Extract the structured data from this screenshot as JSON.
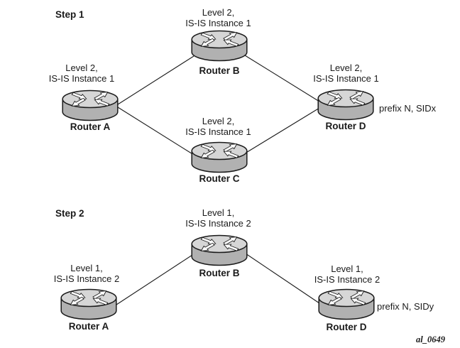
{
  "figure_id": "al_0649",
  "colors": {
    "background": "#ffffff",
    "router_top": "#d6d6d6",
    "router_side": "#b1b1b1",
    "outline": "#1a1a1a",
    "arrow_fill": "#ffffff",
    "text": "#1a1a1a"
  },
  "steps": [
    {
      "title": "Step 1",
      "nodes": [
        {
          "name": "Router A",
          "tag_line1": "Level 2,",
          "tag_line2": "IS-IS Instance 1"
        },
        {
          "name": "Router B",
          "tag_line1": "Level 2,",
          "tag_line2": "IS-IS Instance 1"
        },
        {
          "name": "Router C",
          "tag_line1": "Level 2,",
          "tag_line2": "IS-IS Instance 1"
        },
        {
          "name": "Router D",
          "tag_line1": "Level 2,",
          "tag_line2": "IS-IS Instance 1",
          "annotation": "prefix N, SIDx"
        }
      ],
      "links": [
        "Router A–Router B",
        "Router A–Router C",
        "Router B–Router D",
        "Router C–Router D"
      ]
    },
    {
      "title": "Step 2",
      "nodes": [
        {
          "name": "Router A",
          "tag_line1": "Level 1,",
          "tag_line2": "IS-IS Instance 2"
        },
        {
          "name": "Router B",
          "tag_line1": "Level 1,",
          "tag_line2": "IS-IS Instance 2"
        },
        {
          "name": "Router D",
          "tag_line1": "Level 1,",
          "tag_line2": "IS-IS Instance 2",
          "annotation": "prefix N, SIDy"
        }
      ],
      "links": [
        "Router A–Router B",
        "Router B–Router D"
      ]
    }
  ]
}
